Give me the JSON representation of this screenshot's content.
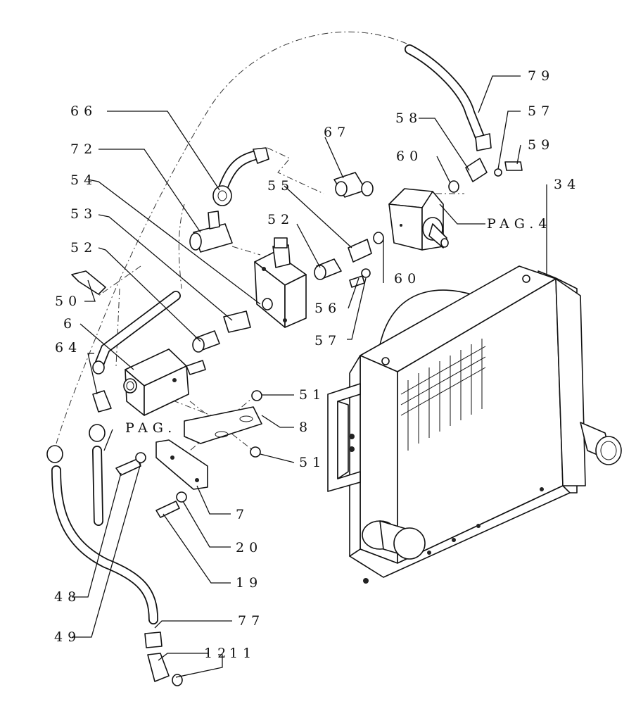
{
  "diagram": {
    "labels": {
      "l79": "79",
      "l57a": "57",
      "l59": "59",
      "l58": "58",
      "l67": "67",
      "l66": "66",
      "l72": "72",
      "l54": "54",
      "l53": "53",
      "l52a": "52",
      "l50": "50",
      "l6": "6",
      "l64": "64",
      "l60a": "60",
      "l34": "34",
      "l55": "55",
      "l52b": "52",
      "pag4": "PAG.4",
      "l60b": "60",
      "l56": "56",
      "l57b": "57",
      "l51a": "51",
      "pag": "PAG.",
      "l8": "8",
      "l51b": "51",
      "l7": "7",
      "l20": "20",
      "l19": "19",
      "l48": "48",
      "l49": "49",
      "l77": "77",
      "l12": "12",
      "l11": "11"
    }
  }
}
